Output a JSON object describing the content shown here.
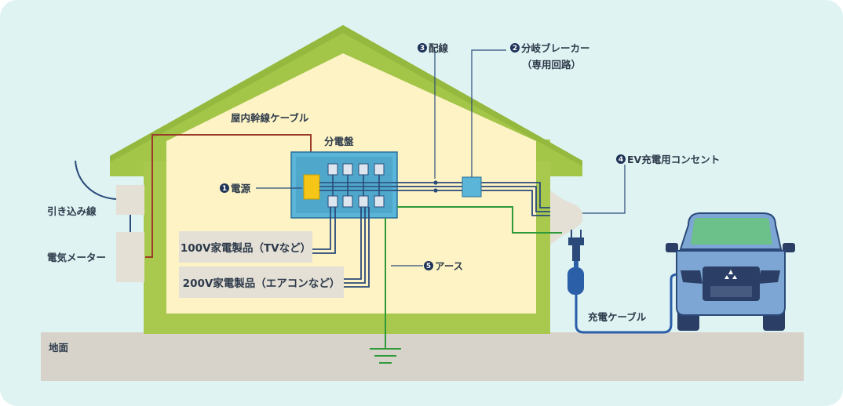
{
  "labels": {
    "panel": "分電盤",
    "indoor_cable": "屋内幹線ケーブル",
    "wiring_num": "3",
    "wiring": "配線",
    "branch_num": "2",
    "branch": "分岐ブレーカー",
    "branch_sub": "（専用回路）",
    "power_num": "1",
    "power": "電源",
    "ev_outlet_num": "4",
    "ev_outlet": "EV充電用コンセント",
    "service_drop": "引き込み線",
    "meter": "電気メーター",
    "earth_num": "5",
    "earth": "アース",
    "charge_cable": "充電ケーブル",
    "ground": "地面"
  },
  "appliances": {
    "v100": "100V家電製品（TVなど）",
    "v200": "200V家電製品（エアコンなど）"
  },
  "colors": {
    "background": "#dff3f3",
    "ground": "#d7d3cb",
    "house_outer": "#a9c94e",
    "house_roof": "#a3c548",
    "house_inner": "#fdf3c4",
    "panel": "#5ab5d8",
    "main_trunk": "#9b3b2a",
    "wiring": "#2b4a7a",
    "earth": "#2f9a3a",
    "power_block": "#f5c518",
    "appliance_box": "#e5e0d6",
    "car_body": "#7da6d4",
    "car_window": "#6cc08a"
  },
  "icons": [
    "ground-symbol-icon",
    "plug-icon",
    "car-icon",
    "numbered-badge-icon"
  ]
}
